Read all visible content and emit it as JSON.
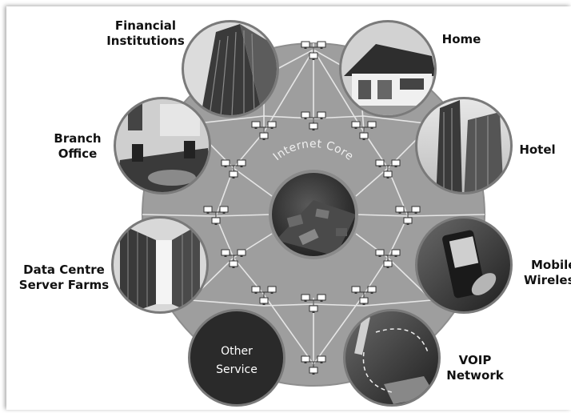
{
  "core": {
    "label": "Internet Core"
  },
  "nodes": [
    {
      "id": "financial",
      "label_lines": [
        "Financial",
        "Institutions"
      ],
      "icon": "office-building-icon"
    },
    {
      "id": "home",
      "label_lines": [
        "Home"
      ],
      "icon": "house-icon"
    },
    {
      "id": "hotel",
      "label_lines": [
        "Hotel"
      ],
      "icon": "skyscraper-icon"
    },
    {
      "id": "mobile",
      "label_lines": [
        "Mobile",
        "Wireless"
      ],
      "icon": "smartphone-icon"
    },
    {
      "id": "voip",
      "label_lines": [
        "VOIP",
        "Network"
      ],
      "icon": "laptop-icon"
    },
    {
      "id": "other",
      "label_lines": [
        "Other",
        "Service"
      ],
      "icon": ""
    },
    {
      "id": "datacentre",
      "label_lines": [
        "Data Centre",
        "Server Farms"
      ],
      "icon": "server-rack-icon"
    },
    {
      "id": "branch",
      "label_lines": [
        "Branch",
        "Office"
      ],
      "icon": "meeting-room-icon"
    }
  ],
  "colors": {
    "disc": "#9e9e9e",
    "disc_edge": "#8a8a8a",
    "link": "#e6e6e6",
    "core": "#2e2e2e",
    "node_dark": "#2a2a2a"
  },
  "icons": {
    "network_cluster": "computer-network-icon"
  }
}
